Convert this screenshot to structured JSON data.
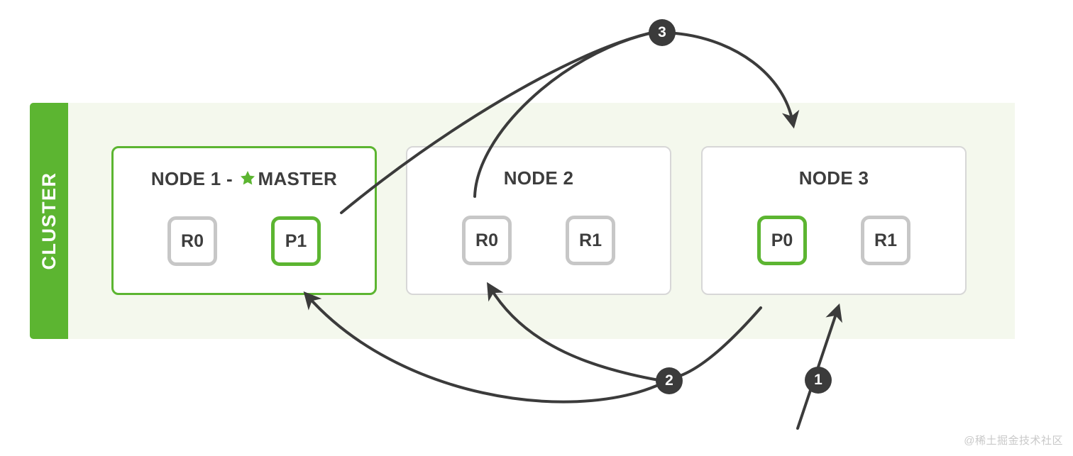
{
  "cluster": {
    "label": "CLUSTER",
    "band_color": "#5cb531",
    "background_color": "#f4f8ed"
  },
  "nodes": [
    {
      "id": "node-1",
      "title_prefix": "NODE 1 - ",
      "title_suffix": "MASTER",
      "is_master": true,
      "star_icon": "star-icon",
      "border_color": "#5cb531",
      "shards": [
        {
          "label": "R0",
          "type": "replica"
        },
        {
          "label": "P1",
          "type": "primary"
        }
      ]
    },
    {
      "id": "node-2",
      "title_prefix": "NODE 2",
      "title_suffix": "",
      "is_master": false,
      "border_color": "#d7d7d7",
      "shards": [
        {
          "label": "R0",
          "type": "replica"
        },
        {
          "label": "R1",
          "type": "replica"
        }
      ]
    },
    {
      "id": "node-3",
      "title_prefix": "NODE 3",
      "title_suffix": "",
      "is_master": false,
      "border_color": "#d7d7d7",
      "shards": [
        {
          "label": "P0",
          "type": "primary"
        },
        {
          "label": "R1",
          "type": "replica"
        }
      ]
    }
  ],
  "steps": [
    {
      "number": "1"
    },
    {
      "number": "2"
    },
    {
      "number": "3"
    }
  ],
  "colors": {
    "accent_green": "#5cb531",
    "replica_gray": "#c7c7c7",
    "arrow_dark": "#3b3b3b",
    "text_dark": "#3d3d3d"
  },
  "watermark": {
    "text": "@稀土掘金技术社区"
  }
}
